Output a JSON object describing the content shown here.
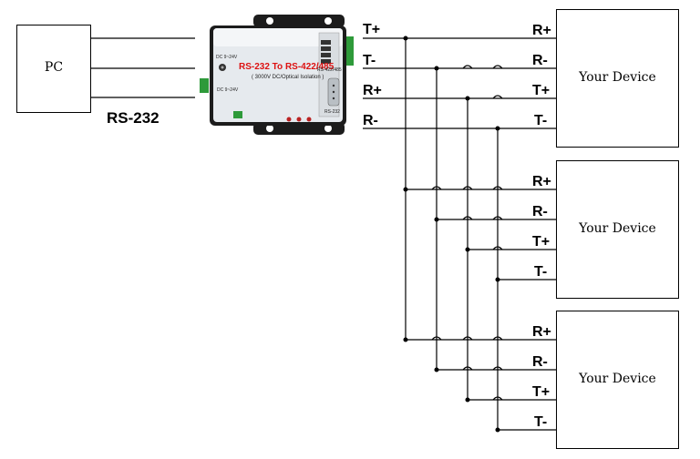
{
  "pc": {
    "label": "PC",
    "interface_label": "RS-232"
  },
  "converter": {
    "title": "RS-232 To RS-422/485",
    "subtitle": "( 3000V DC/Optical Isolation )",
    "power_label": "DC 9~24V",
    "power_label2": "DC 9~24V",
    "ports_label": "RS-422/485",
    "rs232_label": "RS-232"
  },
  "converter_terminals": [
    "T+",
    "T-",
    "R+",
    "R-"
  ],
  "devices": [
    {
      "label": "Your Device",
      "terminals": [
        "R+",
        "R-",
        "T+",
        "T-"
      ]
    },
    {
      "label": "Your Device",
      "terminals": [
        "R+",
        "R-",
        "T+",
        "T-"
      ]
    },
    {
      "label": "Your Device",
      "terminals": [
        "R+",
        "R-",
        "T+",
        "T-"
      ]
    }
  ],
  "colors": {
    "line": "#000000",
    "converter_body": "#e8ecef",
    "converter_frame": "#1c1c1c",
    "converter_accent": "#d11a1a",
    "terminal_green": "#2e9a3a"
  }
}
